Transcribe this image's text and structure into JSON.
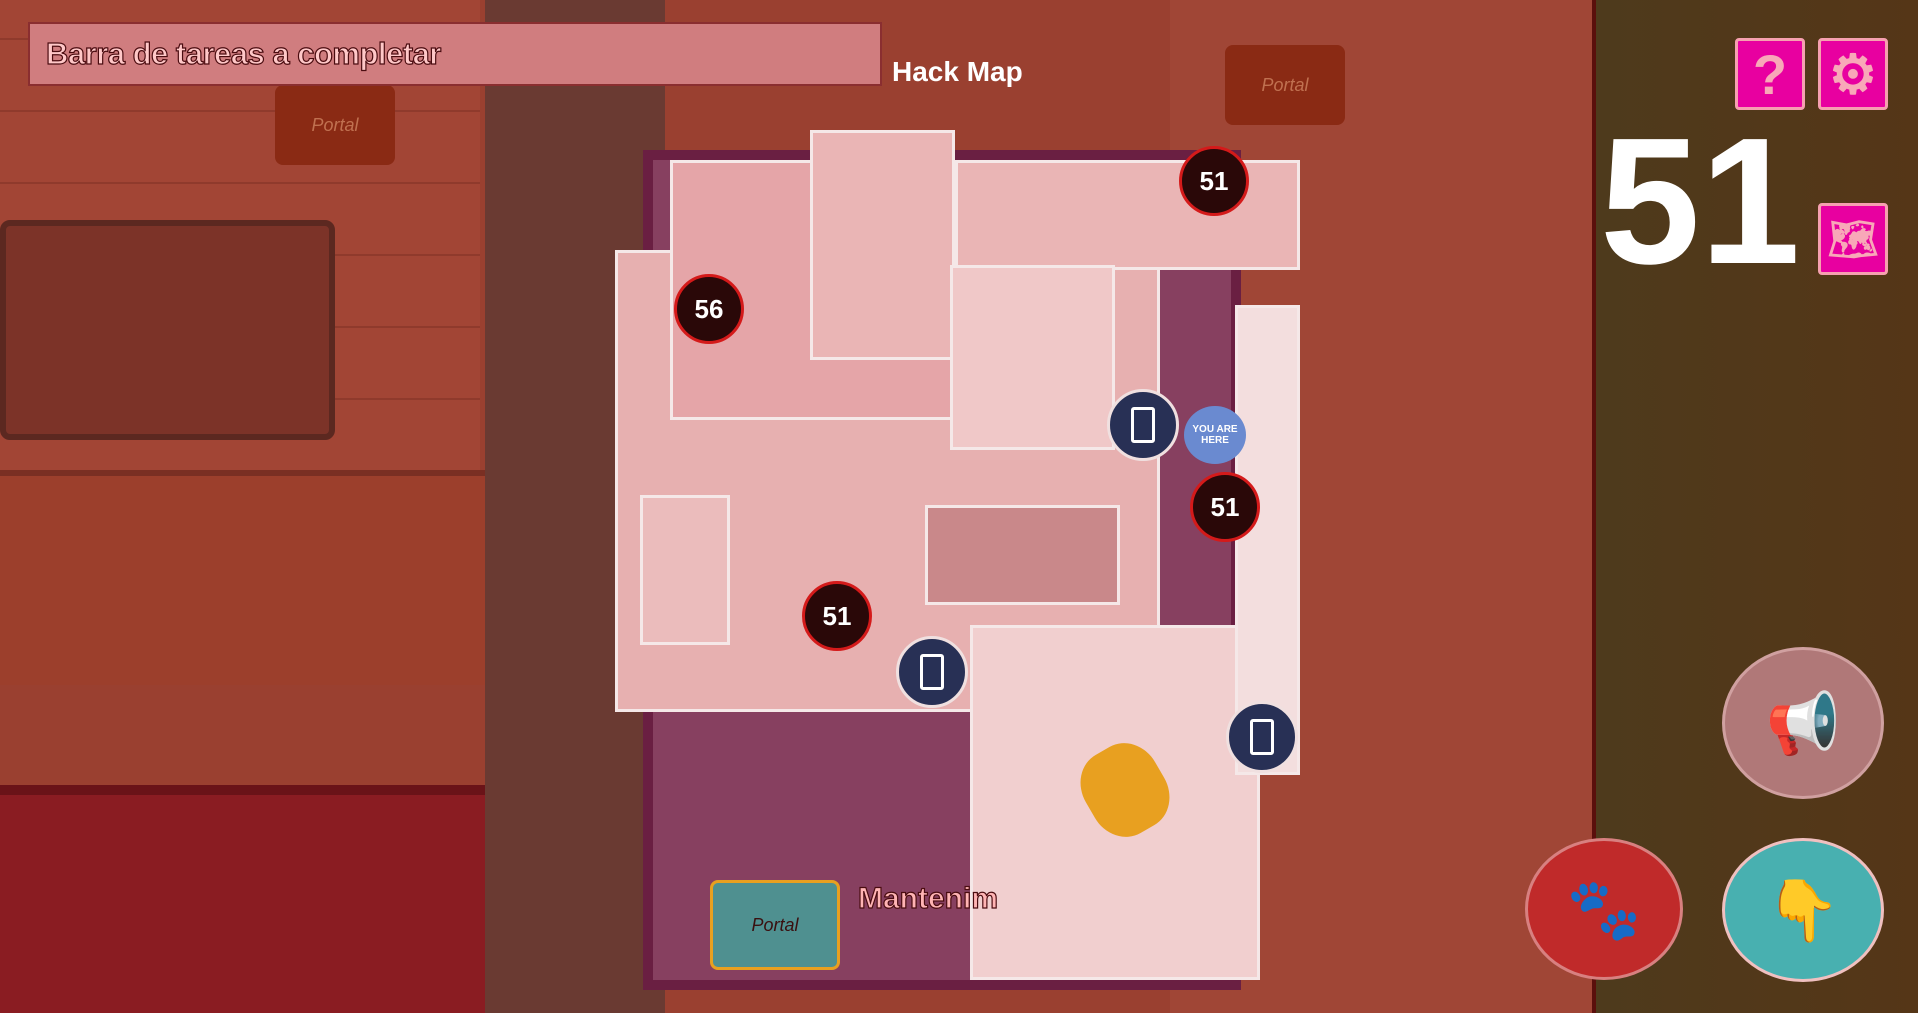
{
  "task_bar": {
    "label": "Barra de tareas a completar"
  },
  "map_title": "Hack Map",
  "counter": "51",
  "buttons": {
    "help": "?",
    "settings": "settings",
    "map": "map"
  },
  "markers": [
    {
      "label": "56",
      "type": "sabotage-monitor"
    },
    {
      "label": "51",
      "type": "sabotage-alert"
    },
    {
      "label": "51",
      "type": "sabotage-monitor"
    },
    {
      "label": "51",
      "type": "sabotage-power"
    }
  ],
  "you_are_here": "YOU ARE HERE",
  "room_label": "Mantenim",
  "portal_label": "Portal",
  "colors": {
    "accent": "#e800a0",
    "marker": "#d41a1a",
    "door": "#283055"
  }
}
